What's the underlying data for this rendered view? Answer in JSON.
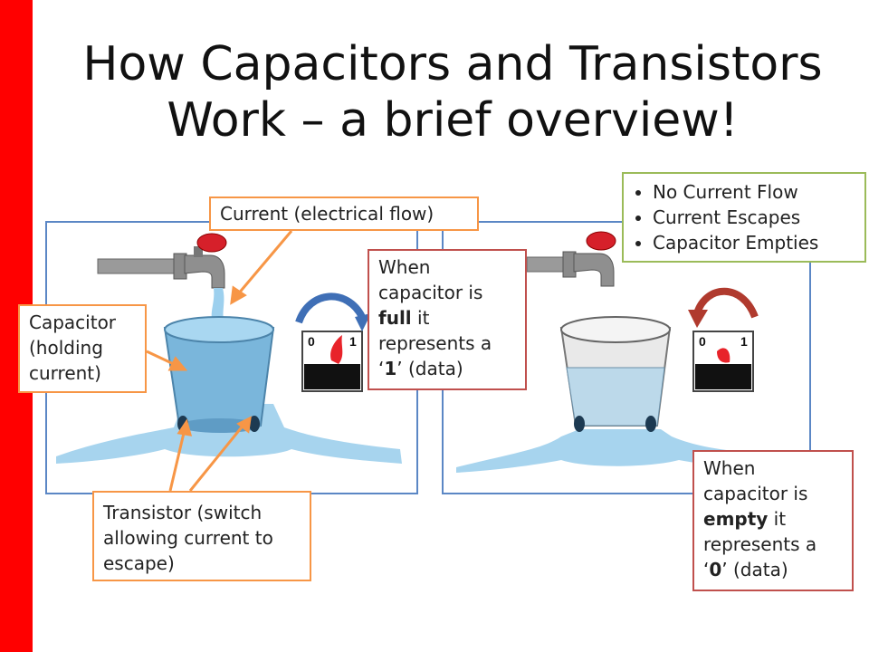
{
  "title": {
    "line1": "How Capacitors and Transistors",
    "line2": "Work – a brief overview!"
  },
  "labels": {
    "current": "Current (electrical flow)",
    "capacitor": "Capacitor (holding current)",
    "transistor": "Transistor (switch allowing current to escape)"
  },
  "full_note": {
    "pre": "When capacitor is ",
    "bold": "full",
    "mid": " it represents a ‘",
    "value": "1",
    "post": "’ (data)"
  },
  "empty_note": {
    "pre": "When capacitor is ",
    "bold": "empty",
    "mid": " it represents a ‘",
    "value": "0",
    "post": "’ (data)"
  },
  "bullets": [
    "No Current Flow",
    "Current Escapes",
    "Capacitor Empties"
  ],
  "gauge": {
    "min_label": "0",
    "max_label": "1"
  },
  "colors": {
    "accent_bar": "#ff0000",
    "panel_border": "#5b87c5",
    "orange": "#f79646",
    "red": "#c0504d",
    "green": "#9bbb59",
    "water": "#8ec8e8"
  }
}
